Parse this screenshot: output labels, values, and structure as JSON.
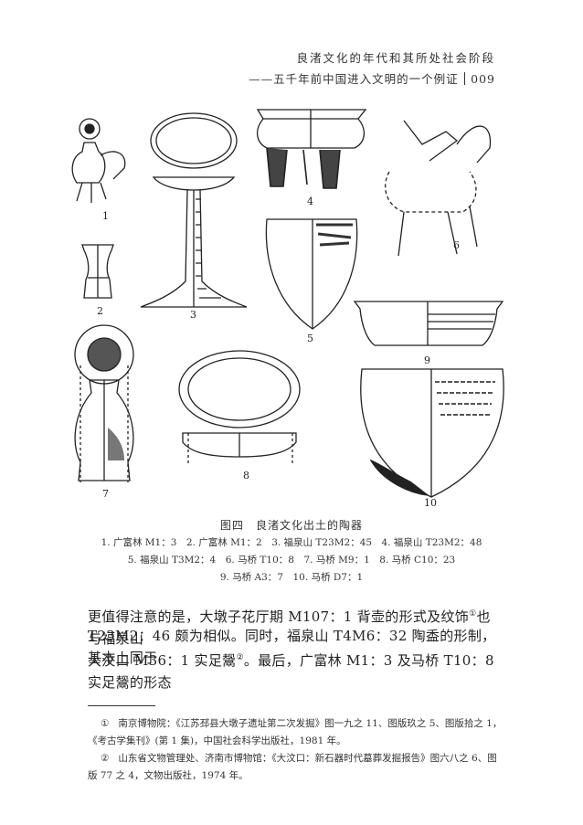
{
  "header": {
    "title": "良渚文化的年代和其所处社会阶段",
    "subtitle": "——五千年前中国进入文明的一个例证",
    "page_number": "009"
  },
  "figure": {
    "labels": [
      "1",
      "2",
      "3",
      "4",
      "5",
      "6",
      "7",
      "8",
      "9",
      "10"
    ],
    "caption_title": "图四　良渚文化出土的陶器",
    "caption_lines": [
      "1. 广富林 M1：3　2. 广富林 M1：2　3. 福泉山 T23M2：45　4. 福泉山 T23M2：48",
      "5. 福泉山 T3M2：4　6. 马桥 T10：8　7. 马桥 M9：1　8. 马桥 C10：23",
      "9. 马桥 A3：7　10. 马桥 D7：1"
    ]
  },
  "body": {
    "line1a": "更值得注意的是，大墩子花厅期 M107：1 背壶的形式及纹饰",
    "line1_note": "①",
    "line1b": "也与福泉山",
    "line2": "T23M2：46 颇为相似。同时，福泉山 T4M6：32 陶盉的形制，基本上同于",
    "line3a": "大汶口 M36：1 实足鬶",
    "line3_note": "②",
    "line3b": "。最后，广富林 M1：3 及马桥 T10：8 实足鬶的形态"
  },
  "footnotes": [
    {
      "mark": "①",
      "text": "南京博物院：《江苏邳县大墩子遗址第二次发掘》图一九之 11、图版玖之 5、图版拾之 1，《考古学集刊》(第 1 集)，中国社会科学出版社，1981 年。"
    },
    {
      "mark": "②",
      "text": "山东省文物管理处、济南市博物馆：《大汶口：新石器时代墓葬发掘报告》图六八之 6、图版 77 之 4，文物出版社，1974 年。"
    }
  ]
}
